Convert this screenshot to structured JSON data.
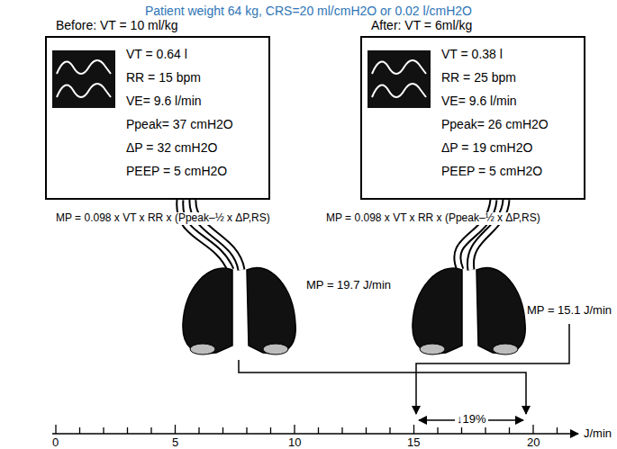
{
  "diagram": {
    "title": "Patient weight 64 kg, CRS=20 ml/cmH2O or 0.02 l/cmH2O",
    "nodes": [
      {
        "text": [
          "Before: VT = 10 ml/kg",
          "VT = 0.64 l",
          "RR = 15 bpm",
          "VE= 9.6 l/min",
          "Ppeak= 37 cmH2O",
          "ΔP = 32 cmH2O",
          "PEEP = 5 cmH2O"
        ]
      },
      {
        "text": [
          "After: VT = 6ml/kg",
          "VT = 0.38 l",
          "RR = 25 bpm",
          "VE= 9.6 l/min",
          "Ppeak= 26 cmH2O",
          "ΔP = 19 cmH2O",
          "PEEP = 5 cmH2O"
        ]
      }
    ],
    "labels": [
      "MP = 0.098 x VT x RR x (Ppeak–½ x ΔP,RS)",
      "MP = 0.098 x VT x RR x (Ppeak–½ x ΔP,RS)",
      "MP = 19.7 J/min",
      "MP = 15.1 J/min",
      "↓19%",
      "0",
      "5",
      "10",
      "15",
      "20",
      "J/min"
    ]
  }
}
